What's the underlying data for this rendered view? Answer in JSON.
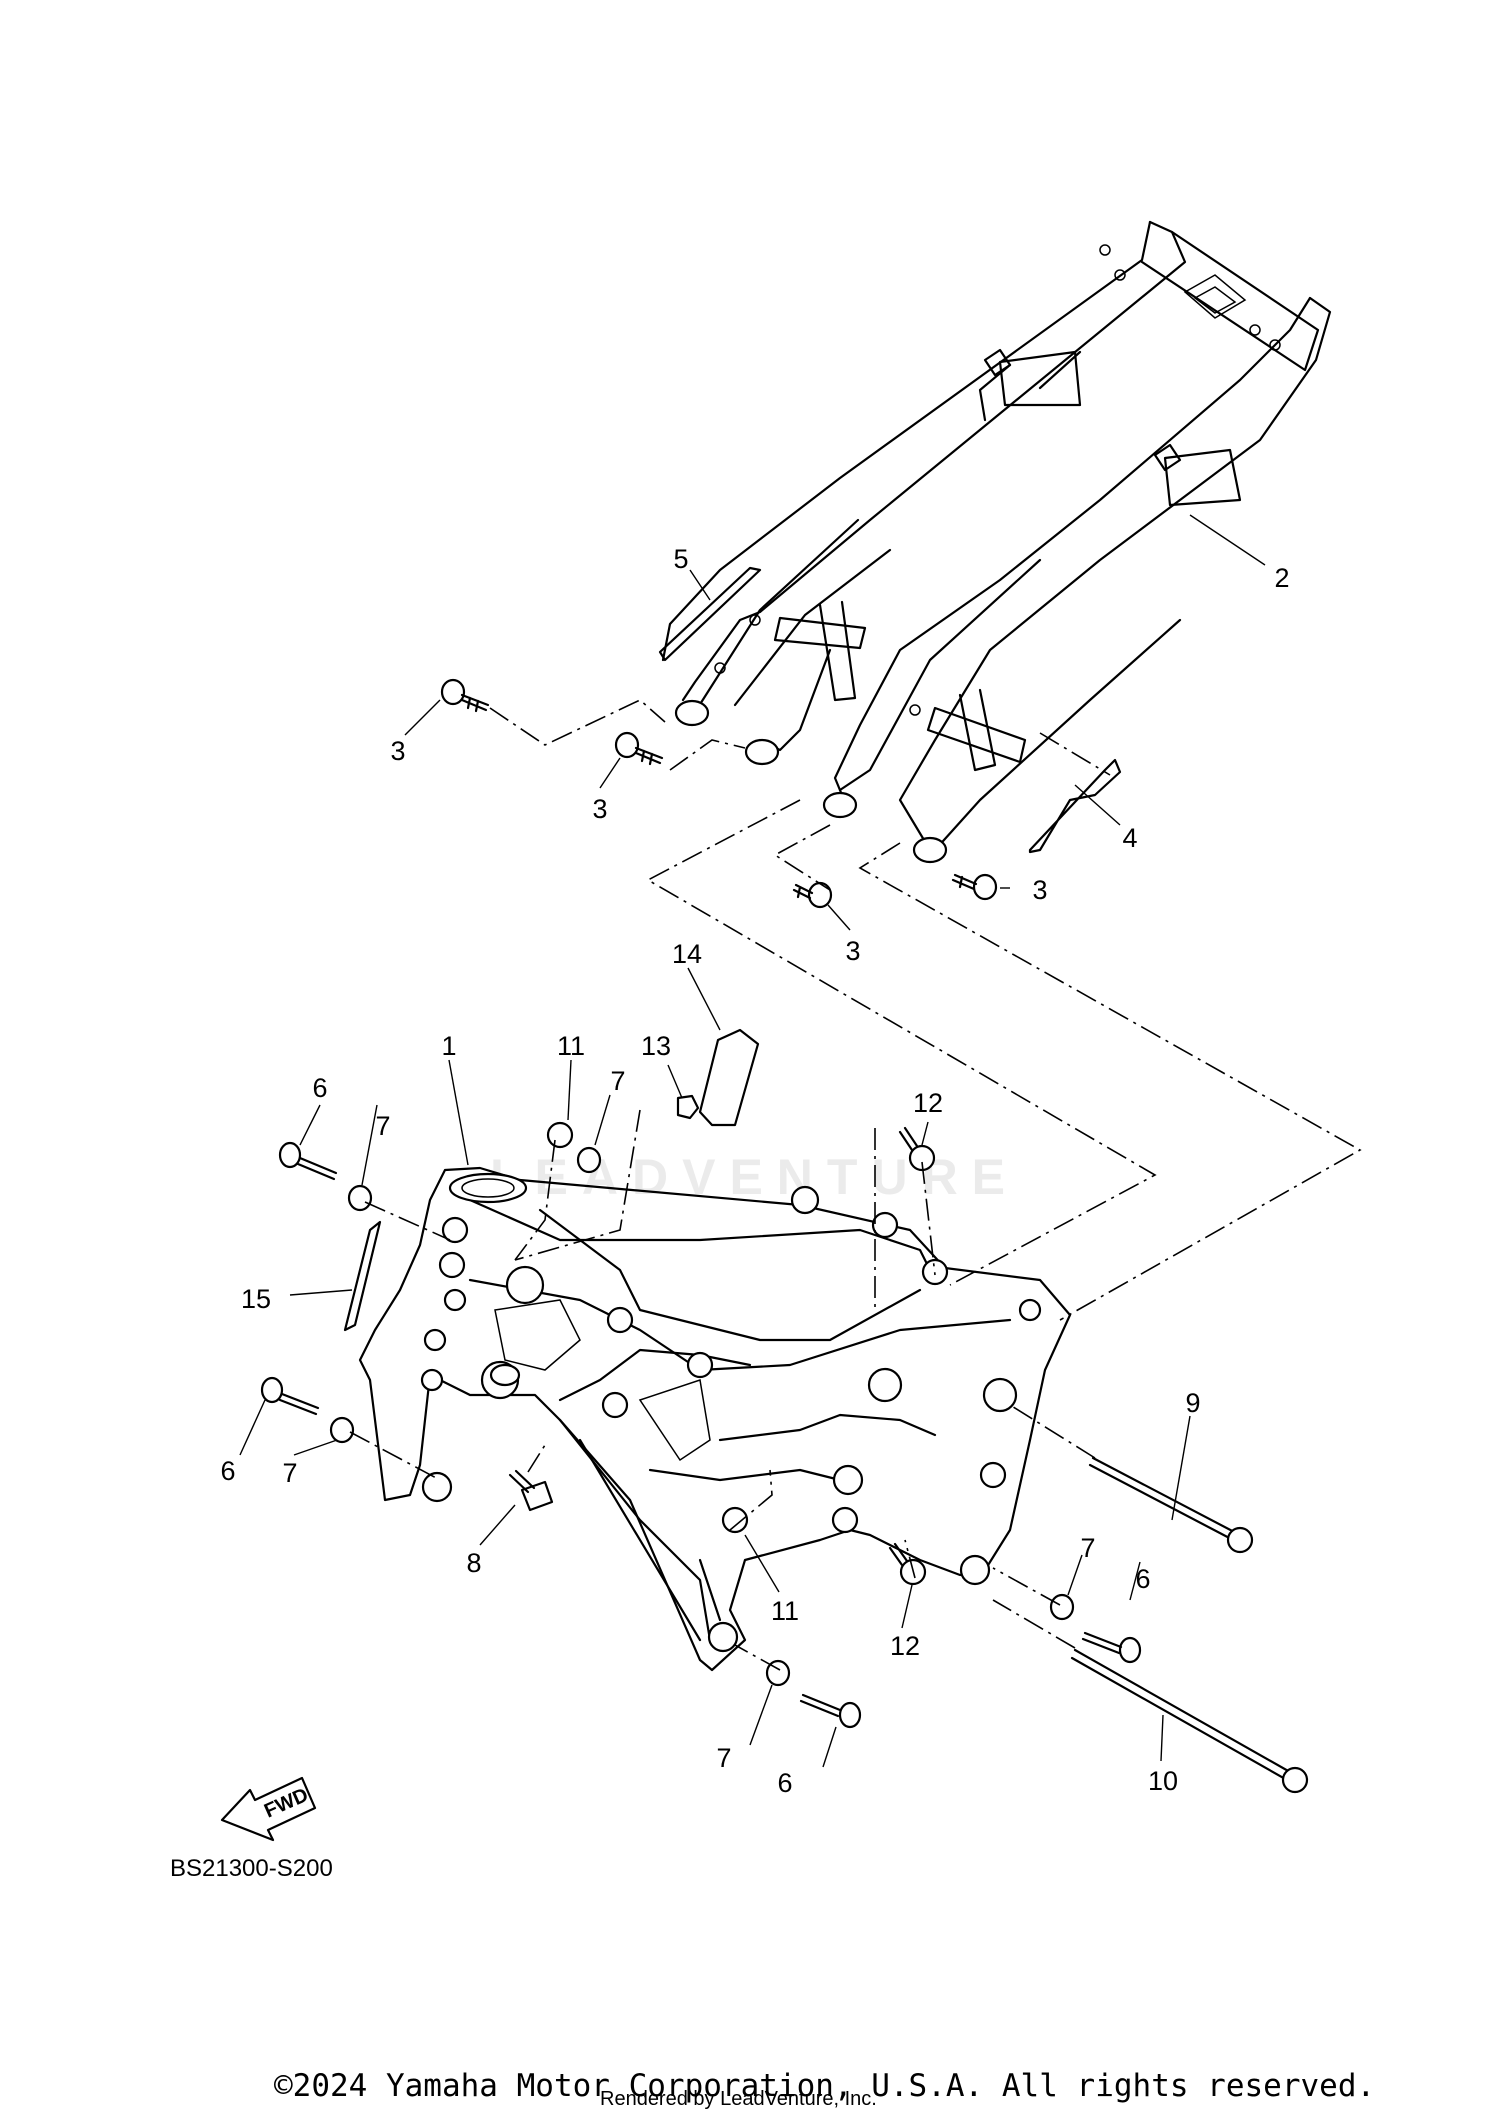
{
  "diagram": {
    "code": "BS21300-S200",
    "fwd_label": "FWD",
    "watermark": "LEADVENTURE",
    "copyright": "©2024 Yamaha Motor Corporation, U.S.A. All rights reserved.",
    "rendered_by": "Rendered by LeadVenture, Inc.",
    "callouts": [
      "1",
      "2",
      "3",
      "3",
      "3",
      "3",
      "4",
      "5",
      "6",
      "6",
      "6",
      "6",
      "7",
      "7",
      "7",
      "7",
      "7",
      "8",
      "9",
      "10",
      "11",
      "11",
      "12",
      "12",
      "13",
      "14",
      "15"
    ]
  }
}
